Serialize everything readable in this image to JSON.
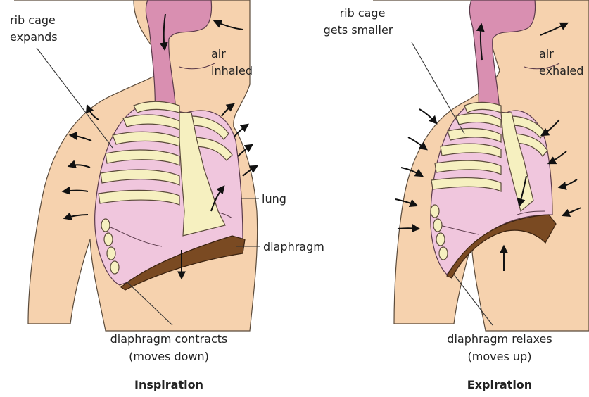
{
  "left_panel": {
    "labels": {
      "rib_cage_1": "rib cage",
      "rib_cage_2": "expands",
      "air_1": "air",
      "air_2": "inhaled",
      "lung": "lung",
      "diaphragm": "diaphragm",
      "diaphragm_action_1": "diaphragm contracts",
      "diaphragm_action_2": "(moves down)"
    },
    "caption": "Inspiration"
  },
  "right_panel": {
    "labels": {
      "rib_cage_1": "rib cage",
      "rib_cage_2": "gets smaller",
      "air_1": "air",
      "air_2": "exhaled",
      "diaphragm_action_1": "diaphragm relaxes",
      "diaphragm_action_2": "(moves up)"
    },
    "caption": "Expiration"
  },
  "colors": {
    "skin": "#f6d2ae",
    "airway": "#d98fb1",
    "lung": "#f0c6dd",
    "rib": "#f6f0c0",
    "diaphragm": "#7a4a22"
  }
}
